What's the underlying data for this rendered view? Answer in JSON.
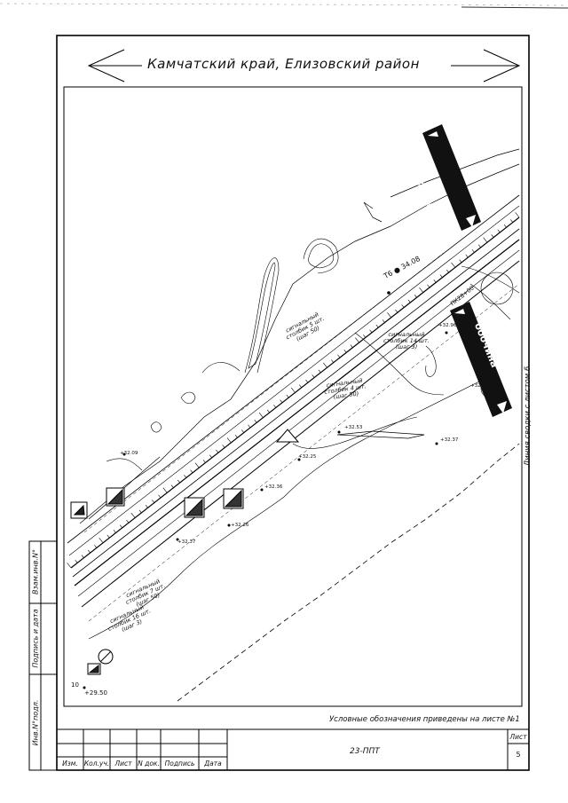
{
  "header": {
    "region_title": "Камчатский край, Елизовский район"
  },
  "map": {
    "station_label": "ПК28+00",
    "elevation_mark": "Т6 ● 34.08",
    "shoulder_label": "обочина",
    "signal_posts": [
      {
        "l1": "сигнальный",
        "l2": "столбик 5 шт.",
        "l3": "(шаг 50)"
      },
      {
        "l1": "сигнальный",
        "l2": "столбик 14 шт.",
        "l3": "(шаг 3)"
      },
      {
        "l1": "сигнальный",
        "l2": "столбик 4 шт.",
        "l3": "(шаг 50)"
      },
      {
        "l1": "сигнальный",
        "l2": "столбик 7 шт.",
        "l3": "(шаг 50)"
      },
      {
        "l1": "сигнальный",
        "l2": "столбик 16 шт.",
        "l3": "(шаг 3)"
      }
    ],
    "elevations": [
      "+32.96",
      "+32.51",
      "+32.53",
      "+32.37",
      "+32.25",
      "+32.36",
      "+32.26",
      "+32.37",
      "+32.09",
      "+29.50"
    ],
    "km_marker": "10"
  },
  "side_label": "Линия сводки с листом 6",
  "left_strip": {
    "inv_sub": "Взам.инв.N°",
    "sign_date": "Подпись и дата",
    "inv_orig": "Инв.N°подл."
  },
  "notes": {
    "legend_note": "Условные обозначения приведены на листе №1"
  },
  "title_block": {
    "doc_code": "23-ППТ",
    "sheet_label": "Лист",
    "sheet_number": "5",
    "columns": [
      "Изм.",
      "Кол.уч.",
      "Лист",
      "N док.",
      "Подпись",
      "Дата"
    ]
  }
}
